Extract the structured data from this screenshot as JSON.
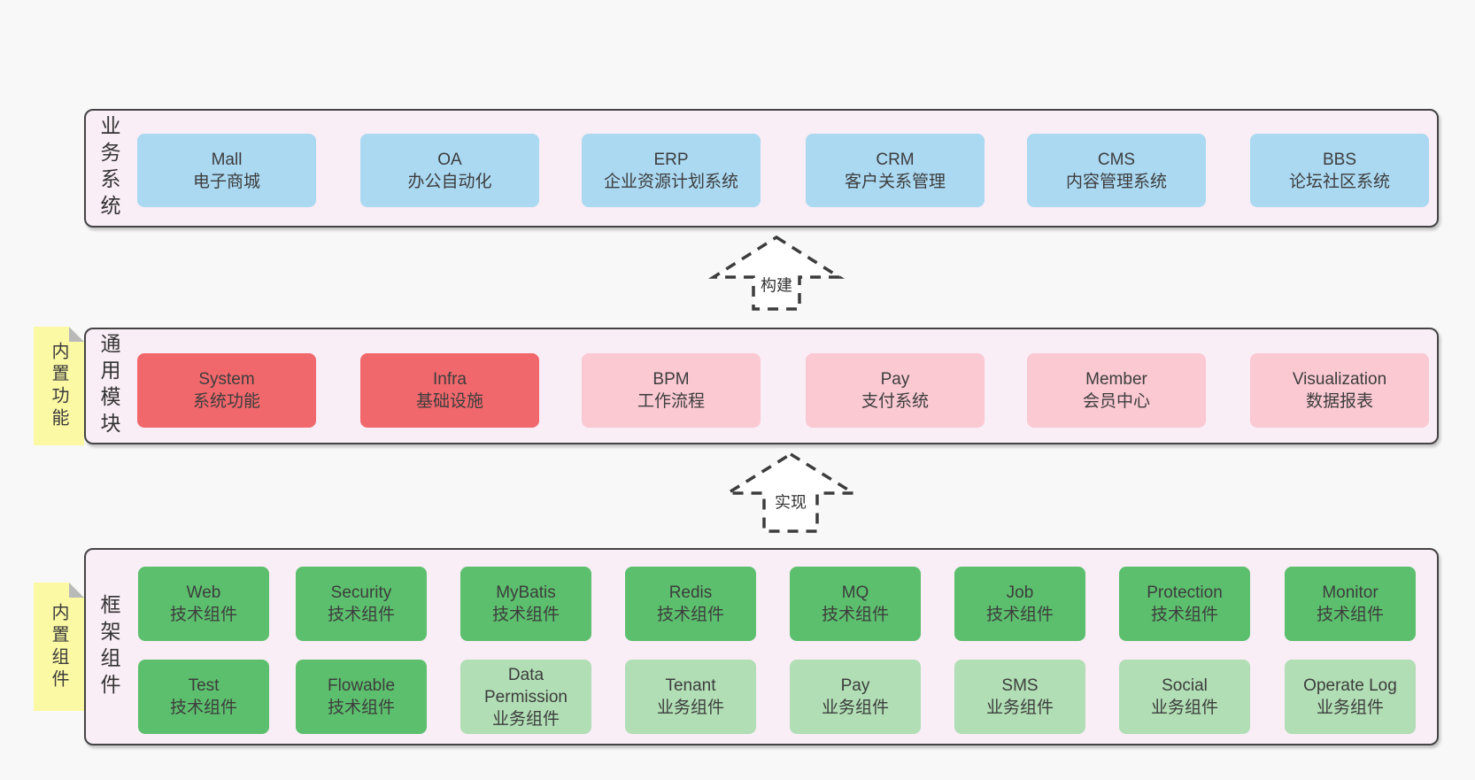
{
  "diagram": {
    "colors": {
      "page_bg": "#f8f8f8",
      "container_fill": "#f9edf6",
      "container_border": "#444444",
      "note_fill": "#fcf9a5",
      "note_fold": "#b9b9b9",
      "arrow_stroke": "#3c3c3c",
      "text": "#3d3d3d",
      "blue": "#abd9f2",
      "red": "#f1686c",
      "pink": "#fac9d2",
      "green": "#5cbf6d",
      "lightgreen": "#b1deb5"
    },
    "layers": [
      {
        "key": "business-systems",
        "side_label": "业务系统",
        "sticky_note": null,
        "rows": [
          {
            "items": [
              {
                "title": "Mall",
                "subtitle": "电子商城",
                "color": "blue"
              },
              {
                "title": "OA",
                "subtitle": "办公自动化",
                "color": "blue"
              },
              {
                "title": "ERP",
                "subtitle": "企业资源计划系统",
                "color": "blue"
              },
              {
                "title": "CRM",
                "subtitle": "客户关系管理",
                "color": "blue"
              },
              {
                "title": "CMS",
                "subtitle": "内容管理系统",
                "color": "blue"
              },
              {
                "title": "BBS",
                "subtitle": "论坛社区系统",
                "color": "blue"
              }
            ]
          }
        ]
      },
      {
        "key": "common-modules",
        "side_label": "通用模块",
        "sticky_note": "内置功能",
        "rows": [
          {
            "items": [
              {
                "title": "System",
                "subtitle": "系统功能",
                "color": "red"
              },
              {
                "title": "Infra",
                "subtitle": "基础设施",
                "color": "red"
              },
              {
                "title": "BPM",
                "subtitle": "工作流程",
                "color": "pink"
              },
              {
                "title": "Pay",
                "subtitle": "支付系统",
                "color": "pink"
              },
              {
                "title": "Member",
                "subtitle": "会员中心",
                "color": "pink"
              },
              {
                "title": "Visualization",
                "subtitle": "数据报表",
                "color": "pink"
              }
            ]
          }
        ]
      },
      {
        "key": "framework-components",
        "side_label": "框架组件",
        "sticky_note": "内置组件",
        "rows": [
          {
            "items": [
              {
                "title": "Web",
                "subtitle": "技术组件",
                "color": "green"
              },
              {
                "title": "Security",
                "subtitle": "技术组件",
                "color": "green"
              },
              {
                "title": "MyBatis",
                "subtitle": "技术组件",
                "color": "green"
              },
              {
                "title": "Redis",
                "subtitle": "技术组件",
                "color": "green"
              },
              {
                "title": "MQ",
                "subtitle": "技术组件",
                "color": "green"
              },
              {
                "title": "Job",
                "subtitle": "技术组件",
                "color": "green"
              },
              {
                "title": "Protection",
                "subtitle": "技术组件",
                "color": "green"
              },
              {
                "title": "Monitor",
                "subtitle": "技术组件",
                "color": "green"
              }
            ]
          },
          {
            "items": [
              {
                "title": "Test",
                "subtitle": "技术组件",
                "color": "green"
              },
              {
                "title": "Flowable",
                "subtitle": "技术组件",
                "color": "green"
              },
              {
                "title": "Data Permission",
                "subtitle": "业务组件",
                "color": "lightgreen"
              },
              {
                "title": "Tenant",
                "subtitle": "业务组件",
                "color": "lightgreen"
              },
              {
                "title": "Pay",
                "subtitle": "业务组件",
                "color": "lightgreen"
              },
              {
                "title": "SMS",
                "subtitle": "业务组件",
                "color": "lightgreen"
              },
              {
                "title": "Social",
                "subtitle": "业务组件",
                "color": "lightgreen"
              },
              {
                "title": "Operate Log",
                "subtitle": "业务组件",
                "color": "lightgreen"
              }
            ]
          }
        ]
      }
    ],
    "arrows": [
      {
        "label": "构建"
      },
      {
        "label": "实现"
      }
    ]
  }
}
